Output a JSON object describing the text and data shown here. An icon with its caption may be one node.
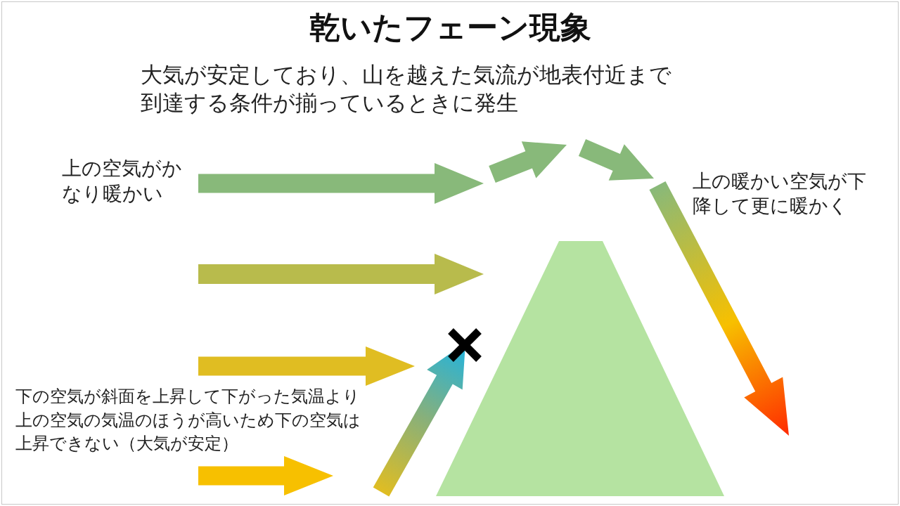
{
  "diagram": {
    "title": "乾いたフェーン現象",
    "labels": [
      "大気が安定しており、山を越えた気流が地表付近まで到達する条件が揃っているときに発生",
      "上の空気がかなり暖かい",
      "上の暖かい空気が下降して更に暖かく",
      "下の空気が斜面を上昇して下がった気温より上の空気の気温のほうが高いため下の空気は上昇できない（大気が安定）"
    ]
  }
}
